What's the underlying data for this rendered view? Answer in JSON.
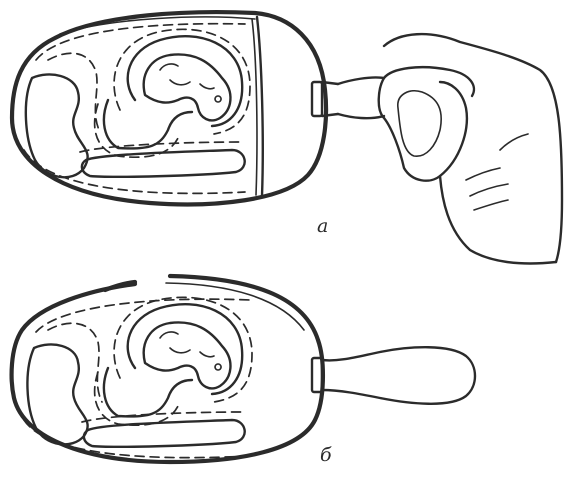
{
  "panels": [
    {
      "id": "a",
      "label": "а"
    },
    {
      "id": "b",
      "label": "б"
    }
  ],
  "colors": {
    "ink": "#2b2b2b",
    "background": "#ffffff"
  }
}
